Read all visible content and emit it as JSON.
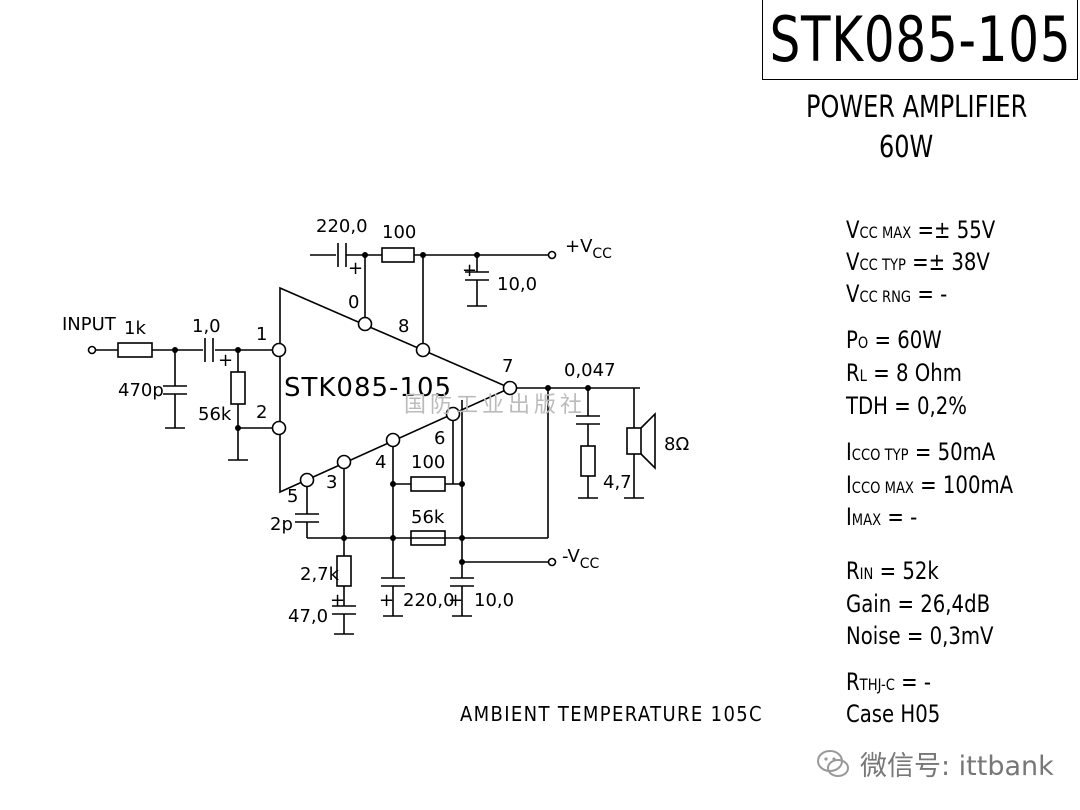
{
  "title": "STK085-105",
  "subtitle": "POWER AMPLIFIER",
  "power": "60W",
  "specs": {
    "vcc_max": {
      "main": "V",
      "sub": "CC MAX",
      "rest": " =± 55V"
    },
    "vcc_typ": {
      "main": "V",
      "sub": "CC TYP",
      "rest": " =± 38V"
    },
    "vcc_rng": {
      "main": "V",
      "sub": "CC RNG",
      "rest": " =   -"
    },
    "po": {
      "main": "P",
      "sub": "O",
      "rest": " = 60W"
    },
    "rl": {
      "main": "R",
      "sub": "L",
      "rest": " = 8 Ohm"
    },
    "tdh": {
      "main": "TDH = 0,2%",
      "sub": "",
      "rest": ""
    },
    "icco_typ": {
      "main": "I",
      "sub": "CCO TYP",
      "rest": " = 50mA"
    },
    "icco_max": {
      "main": "I",
      "sub": "CCO MAX",
      "rest": " = 100mA"
    },
    "imax": {
      "main": "I",
      "sub": "MAX",
      "rest": " =   -"
    },
    "rin": {
      "main": "R",
      "sub": "IN",
      "rest": " = 52k"
    },
    "gain": {
      "main": "Gain = 26,4dB",
      "sub": "",
      "rest": ""
    },
    "noise": {
      "main": "Noise = 0,3mV",
      "sub": "",
      "rest": ""
    },
    "rthj": {
      "main": "R",
      "sub": "THJ-C",
      "rest": " = -"
    },
    "case": {
      "main": "Case H05",
      "sub": "",
      "rest": ""
    }
  },
  "ambient": "AMBIENT TEMPERATURE 105C",
  "watermark_publisher": "国防工业出版社",
  "wechat": "微信号: ittbank",
  "schematic": {
    "chip_label": "STK085-105",
    "input_label": "INPUT",
    "vcc_pos": "+V",
    "vcc_neg": "-V",
    "vcc_sub": "CC",
    "components": {
      "r_in": "1k",
      "c_in": "1,0",
      "c_470p": "470p",
      "r_56k_in": "56k",
      "c_top": "220,0",
      "r_top": "100",
      "c_vcc": "10,0",
      "c_out": "0,047",
      "r_out": "4,7",
      "speaker": "8Ω",
      "r_fb1": "100",
      "r_fb2": "56k",
      "c_2p": "2p",
      "r_27k": "2,7k",
      "c_47": "47,0",
      "c_220_bot": "220,0",
      "c_10_bot": "10,0"
    },
    "pins": [
      "1",
      "2",
      "3",
      "4",
      "5",
      "6",
      "7",
      "8",
      "0"
    ],
    "plus_sign": "+"
  }
}
